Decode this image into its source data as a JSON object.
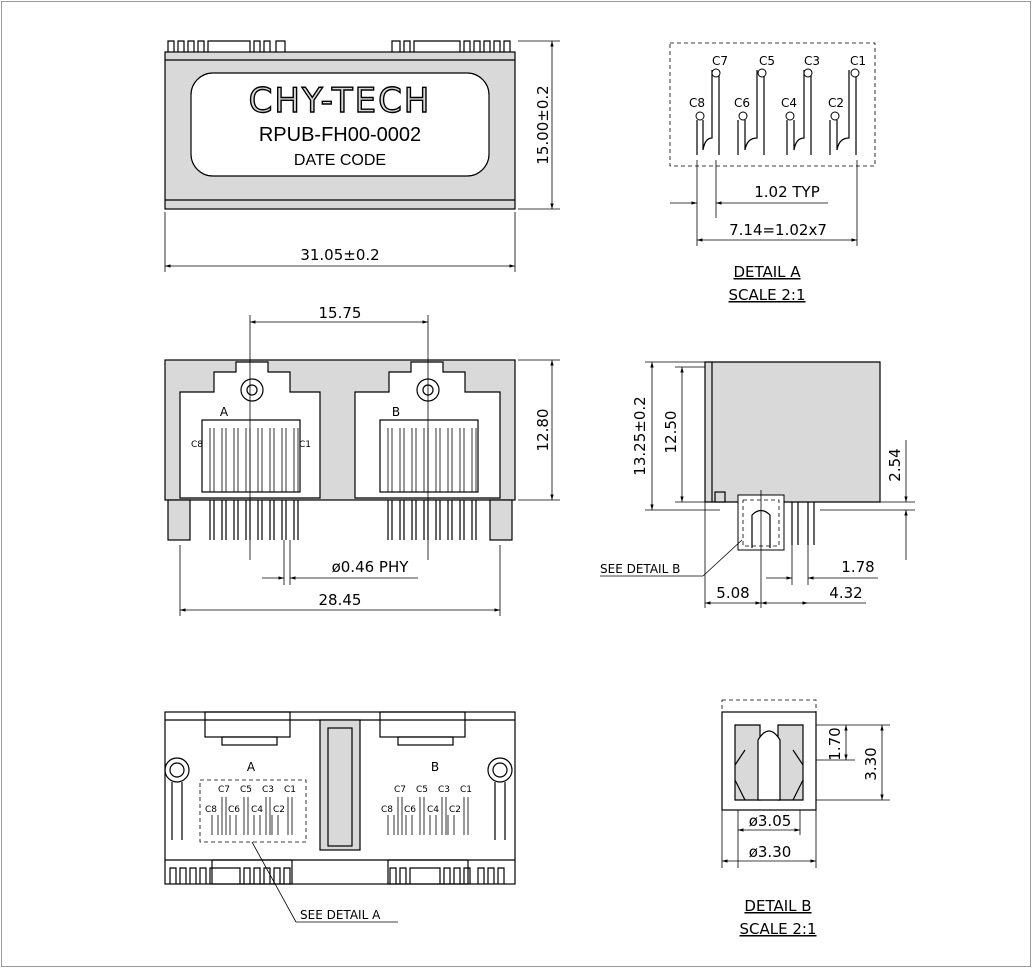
{
  "top_view": {
    "brand": "CHY-TECH",
    "part_number": "RPUB-FH00-0002",
    "date_code": "DATE CODE",
    "width_dim": "31.05±0.2",
    "height_dim": "15.00±0.2"
  },
  "detail_a": {
    "pins_top": [
      "C7",
      "C5",
      "C3",
      "C1"
    ],
    "pins_bottom": [
      "C8",
      "C6",
      "C4",
      "C2"
    ],
    "pitch_dim": "1.02 TYP",
    "span_dim": "7.14=1.02x7",
    "title": "DETAIL A",
    "scale": "SCALE 2:1"
  },
  "front_view": {
    "port_spacing": "15.75",
    "height_dim": "12.80",
    "port_a": "A",
    "port_b": "B",
    "pin_c8": "C8",
    "pin_c1": "C1",
    "pin_dia": "ø0.46 PHY",
    "pin_span": "28.45"
  },
  "side_view": {
    "total_height": "13.25±0.2",
    "body_height": "12.50",
    "standoff": "2.54",
    "see_detail": "SEE DETAIL B",
    "dim_178": "1.78",
    "dim_508": "5.08",
    "dim_432": "4.32"
  },
  "bottom_view": {
    "port_a": "A",
    "port_b": "B",
    "pins_top": [
      "C7",
      "C5",
      "C3",
      "C1"
    ],
    "pins_bottom": [
      "C8",
      "C6",
      "C4",
      "C2"
    ],
    "see_detail": "SEE DETAIL A"
  },
  "detail_b": {
    "dim_170": "1.70",
    "dim_330v": "3.30",
    "dia_305": "ø3.05",
    "dia_330": "ø3.30",
    "title": "DETAIL B",
    "scale": "SCALE 2:1"
  }
}
